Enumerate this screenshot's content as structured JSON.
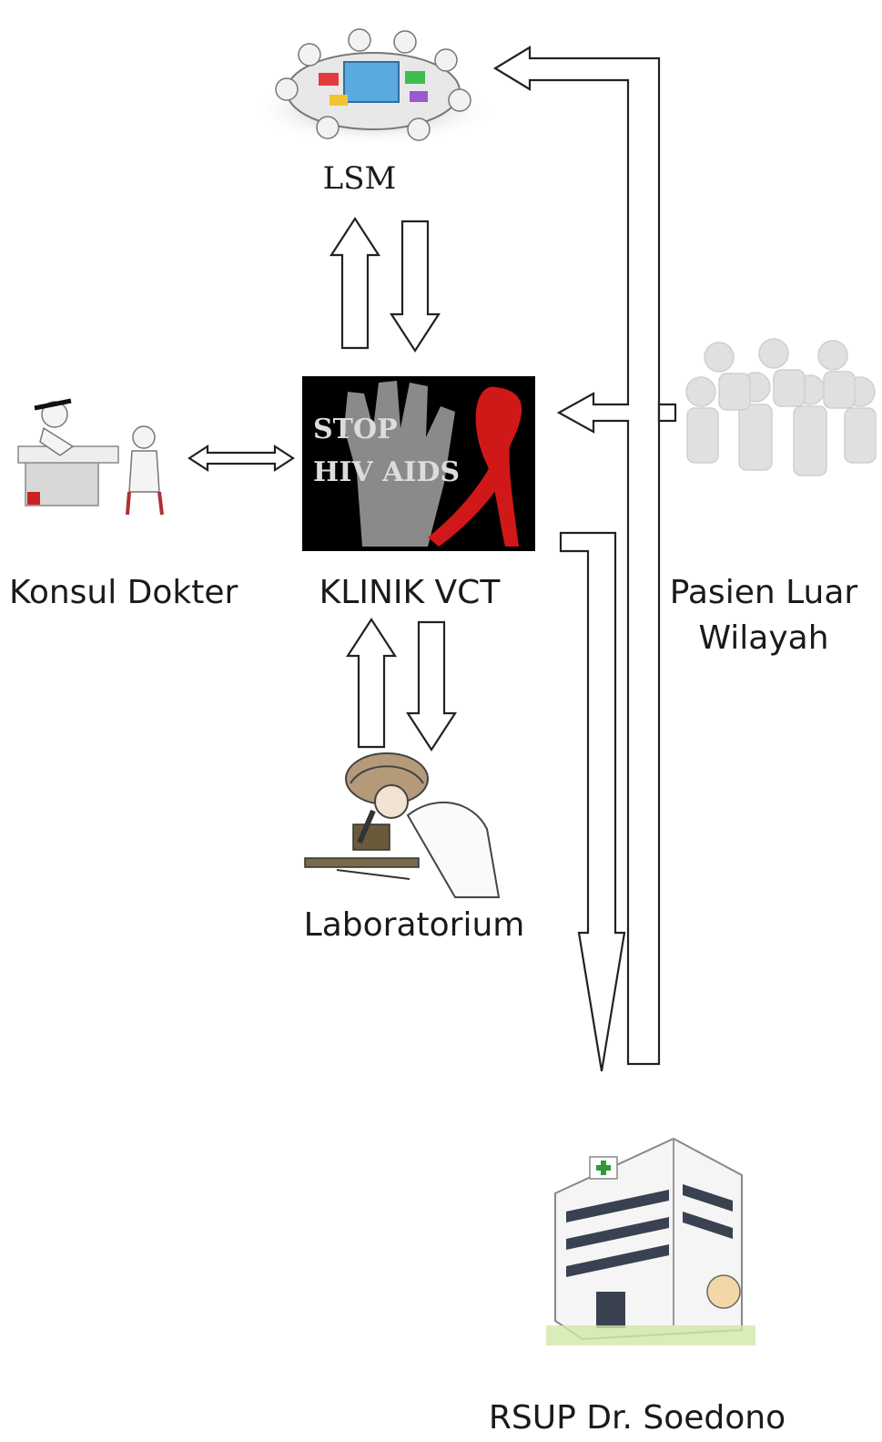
{
  "nodes": {
    "lsm": {
      "label": "LSM"
    },
    "klinik_vct": {
      "label": "KLINIK VCT",
      "poster_text_line1": "STOP",
      "poster_text_line2": "HIV AIDS"
    },
    "konsul_dokter": {
      "label": "Konsul Dokter"
    },
    "laboratorium": {
      "label": "Laboratorium"
    },
    "pasien_luar": {
      "label_line1": "Pasien Luar",
      "label_line2": "Wilayah"
    },
    "rsup": {
      "label": "RSUP Dr. Soedono"
    }
  },
  "colors": {
    "poster_bg": "#000000",
    "ribbon": "#d01818",
    "hand": "#8a8a8a",
    "arrow_stroke": "#222222",
    "hospital_cross": "#2f9a3a"
  },
  "icons": [
    "meeting-table-icon",
    "stop-hiv-aids-poster-icon",
    "doctor-consultation-icon",
    "lab-scientist-microscope-icon",
    "patient-group-icon",
    "hospital-building-icon"
  ]
}
